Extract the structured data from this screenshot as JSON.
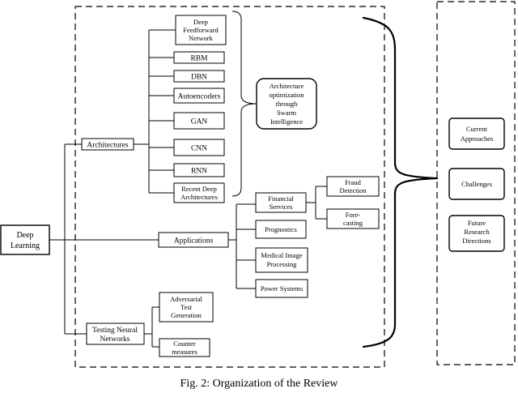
{
  "caption": "Fig. 2: Organization of the Review",
  "root": [
    "Deep",
    "Learning"
  ],
  "architectures": {
    "label": [
      "Architectures"
    ],
    "items": [
      [
        "Deep",
        "Feedforward",
        "Network"
      ],
      [
        "RBM"
      ],
      [
        "DBN"
      ],
      [
        "Autoencoders"
      ],
      [
        "GAN"
      ],
      [
        "CNN"
      ],
      [
        "RNN"
      ],
      [
        "Recent Deep",
        "Architectures"
      ]
    ],
    "swarm": [
      "Architecture",
      "optimization",
      "through",
      "Swarm",
      "Intelligence"
    ]
  },
  "applications": {
    "label": [
      "Applications"
    ],
    "items": [
      [
        "Financial",
        "Services"
      ],
      [
        "Prognostics"
      ],
      [
        "Medical Image",
        "Processing"
      ],
      [
        "Power Systems"
      ]
    ],
    "financial_sub": [
      [
        "Fraud",
        "Detection"
      ],
      [
        "Fore-",
        "casting"
      ]
    ]
  },
  "testing": {
    "label": [
      "Testing Neural",
      "Networks"
    ],
    "items": [
      [
        "Adversarial",
        "Test",
        "Generation"
      ],
      [
        "Counter",
        "measures"
      ]
    ]
  },
  "outcomes": [
    [
      "Current",
      "Approaches"
    ],
    [
      "Challenges"
    ],
    [
      "Future",
      "Research",
      "Directions"
    ]
  ]
}
